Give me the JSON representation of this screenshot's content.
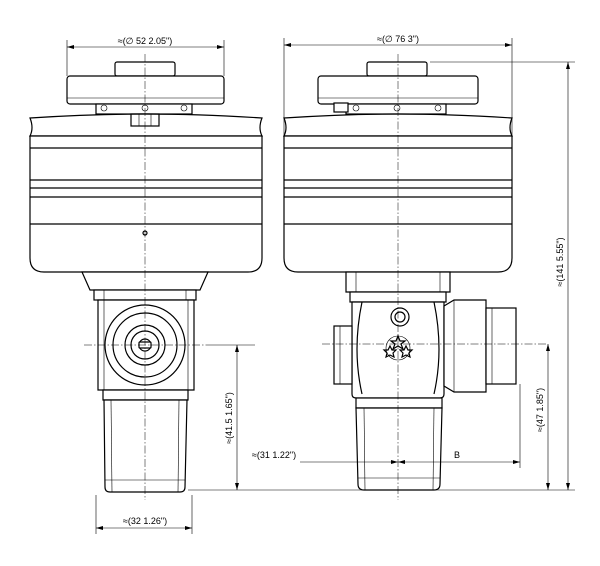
{
  "dimensions": {
    "left_diameter": "≈(∅ 52   2.05\")",
    "right_diameter": "≈(∅ 76   3\")",
    "left_bottom_width": "≈(32   1.26\")",
    "left_height": "≈(41.5   1.65\")",
    "center_offset": "≈(31   1.22\")",
    "dim_b": "B",
    "right_lower_height": "≈(47   1.85\")",
    "total_height": "≈(141   5.55\")"
  },
  "colors": {
    "line": "#000000",
    "background": "#ffffff"
  }
}
